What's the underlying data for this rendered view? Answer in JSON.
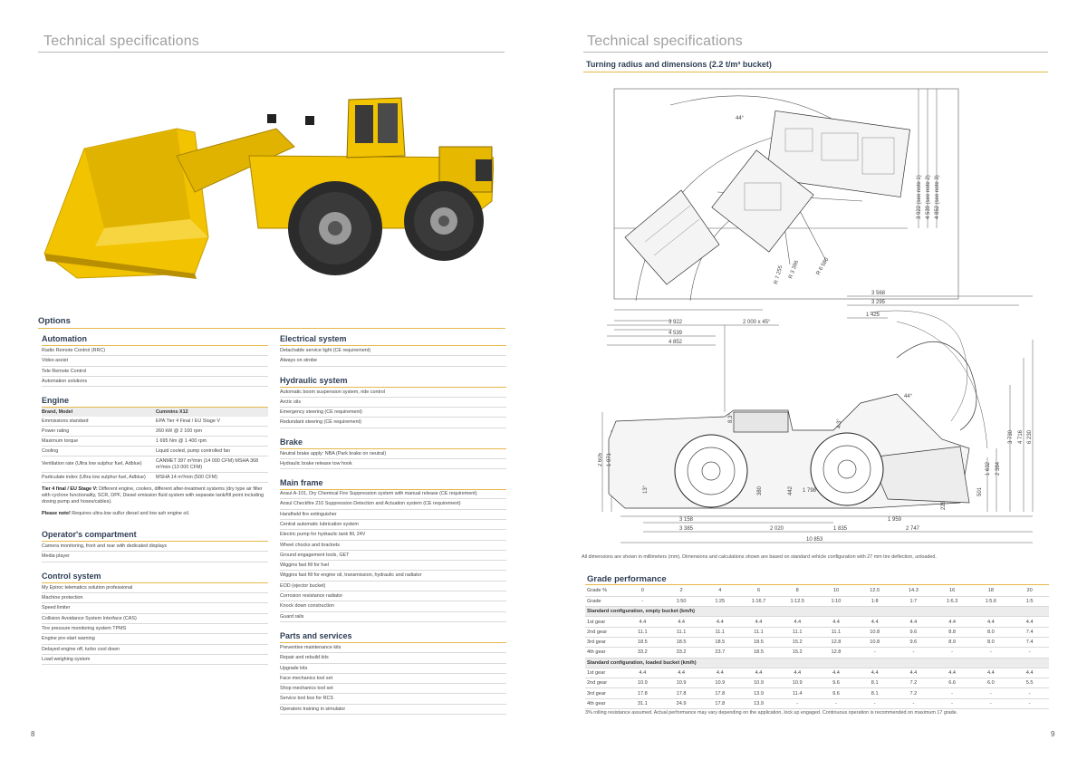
{
  "left_page": {
    "header": "Technical specifications",
    "page_number": "8",
    "options_title": "Options",
    "automation": {
      "title": "Automation",
      "items": [
        "Radio Remote Control (RRC)",
        "Video assist",
        "Tele Remote Control",
        "Automation solutions"
      ]
    },
    "engine": {
      "title": "Engine",
      "head_key": "Brand, Model",
      "head_val": "Cummins X12",
      "rows": [
        {
          "k": "Emmissions standard",
          "v": "EPA Tier 4 Final / EU Stage V"
        },
        {
          "k": "Power rating",
          "v": "260 kW @ 2 100 rpm"
        },
        {
          "k": "Maximum torque",
          "v": "1 695 Nm @ 1 400 rpm"
        },
        {
          "k": "Cooling",
          "v": "Liquid cooled, pump controlled fan"
        },
        {
          "k": "Ventilation rate (Ultra low sulphur fuel, Adblue)",
          "v": "CANMET 397 m³/min (14 000 CFM) MSHA 368 m³/min (13 000 CFM)"
        },
        {
          "k": "Particulate index (Ultra low sulphur fuel, Adblue)",
          "v": "MSHA 14 m³/min (500 CFM)"
        }
      ],
      "note1_bold": "Tier 4 final / EU Stage V:",
      "note1_text": " Different engine, coolers, different after-treatment systems (dry type air filter with cyclone functionality, SCR, DPF, Diesel emission fluid system with separate tank/fill point including dosing pump and hoses/cables).",
      "note2_bold": "Please note!",
      "note2_text": " Requires ultra-low sulfur diesel and low ash engine oil."
    },
    "operators_compartment": {
      "title": "Operator's compartment",
      "items": [
        "Camera monitoring, front and rear with dedicated displays",
        "Media player"
      ]
    },
    "control_system": {
      "title": "Control system",
      "items": [
        "My Epiroc telematics solution professional",
        "Machine protection",
        "Speed limiter",
        "Collision Avoidance System Interface (CAS)",
        "Tire pressure monitoring system TPMS",
        "Engine pre-start warning",
        "Delayed engine off, turbo cool down",
        "Load weighing system"
      ]
    },
    "electrical_system": {
      "title": "Electrical system",
      "items": [
        "Detachable service light (CE requirement)",
        "Always on strobe"
      ]
    },
    "hydraulic_system": {
      "title": "Hydraulic system",
      "items": [
        "Automatic boom suspension system, ride control",
        "Arctic oils",
        "Emergency steering (CE requirement)",
        "Redundant steering (CE requirement)"
      ]
    },
    "brake": {
      "title": "Brake",
      "items": [
        "Neutral brake apply: NBA (Park brake on neutral)",
        "Hydraulic brake release tow hook"
      ]
    },
    "main_frame": {
      "title": "Main frame",
      "items": [
        "Ansul A-101, Dry Chemical Fire Suppression system with manual release (CE requirement)",
        "Ansul Checkfire 210 Suppression Detection and Actuation system (CE requirement)",
        "Handheld fire extinguisher",
        "Central automatic lubrication system",
        "Electric pump for hydraulic tank fill, 24V",
        "Wheel chocks and brackets",
        "Ground engagement tools, GET",
        "Wiggins fast fill for fuel",
        "Wiggins fast fill for engine oil, transmission, hydraulic and radiator",
        "EOD (ejector bucket)",
        "Corrosion resistance radiator",
        "Knock down construction",
        "Guard rails"
      ]
    },
    "parts_services": {
      "title": "Parts and services",
      "items": [
        "Preventive maintenance kits",
        "Repair and rebuild kits",
        "Upgrade kits",
        "Face mechanics tool set",
        "Shop mechanics tool set",
        "Service tool box for RCS",
        "Operators training in simulator"
      ]
    }
  },
  "right_page": {
    "header": "Technical specifications",
    "page_number": "9",
    "subtitle": "Turning radius and dimensions (2.2 t/m³ bucket)",
    "turning_dims": {
      "d1": "3 922",
      "d2": "4 539",
      "d3": "4 852",
      "d4": "2 000 x 45°",
      "r1": "R 3 396",
      "r2": "R 6 580",
      "r3": "R 7 255",
      "v1": "3 922 (see note 1)",
      "v2": "4 539 (see note 2)",
      "v3": "4 852 (see note 3)",
      "angle": "44°"
    },
    "side_dims": {
      "t1": "3 568",
      "t2": "3 295",
      "t3": "1 425",
      "h1": "2 605",
      "h2": "1 971",
      "h3": "8.3°",
      "h4": "4.3°",
      "h5": "44°",
      "h6": "3 730",
      "h7": "4 716",
      "h8": "6 230",
      "h9": "1 632",
      "h10": "2 384",
      "h11": "501",
      "h12": "226",
      "w1": "1 798",
      "w2": "13°",
      "w3": "380",
      "w4": "442",
      "b1": "3 158",
      "b2": "3 385",
      "b3": "2 020",
      "b4": "1 835",
      "b5": "1 959",
      "b6": "2 747",
      "b7": "10 853"
    },
    "dimension_caption": "All dimensions are shown in millimeters (mm). Dimensions and calculations shown are based on standard vehicle configuration with 27 mm tire deflection, unloaded.",
    "grade": {
      "title": "Grade performance",
      "grade_label": "Grade %",
      "grade_values": [
        "0",
        "2",
        "4",
        "6",
        "8",
        "10",
        "12.5",
        "14.3",
        "16",
        "18",
        "20"
      ],
      "ratio_label": "Grade",
      "ratio_values": [
        "-",
        "1:50",
        "1:25",
        "1:16.7",
        "1:12.5",
        "1:10",
        "1:8",
        "1:7",
        "1:6.3",
        "1:5.6",
        "1:5"
      ],
      "empty_title": "Standard configuration, empty bucket (km/h)",
      "empty_rows": [
        {
          "label": "1st gear",
          "values": [
            "4.4",
            "4.4",
            "4.4",
            "4.4",
            "4.4",
            "4.4",
            "4.4",
            "4.4",
            "4.4",
            "4.4",
            "4.4"
          ]
        },
        {
          "label": "2nd gear",
          "values": [
            "11.1",
            "11.1",
            "11.1",
            "11.1",
            "11.1",
            "11.1",
            "10.8",
            "9.6",
            "8.8",
            "8.0",
            "7.4"
          ]
        },
        {
          "label": "3rd gear",
          "values": [
            "18.5",
            "18.5",
            "18.5",
            "18.5",
            "15.2",
            "12.8",
            "10.8",
            "9.6",
            "8.9",
            "8.0",
            "7.4"
          ]
        },
        {
          "label": "4th gear",
          "values": [
            "33.2",
            "33.2",
            "23.7",
            "18.5",
            "15.2",
            "12.8",
            "-",
            "-",
            "-",
            "-",
            "-"
          ]
        }
      ],
      "loaded_title": "Standard configuration, loaded bucket (km/h)",
      "loaded_rows": [
        {
          "label": "1st gear",
          "values": [
            "4.4",
            "4.4",
            "4.4",
            "4.4",
            "4.4",
            "4.4",
            "4.4",
            "4.4",
            "4.4",
            "4.4",
            "4.4"
          ]
        },
        {
          "label": "2nd gear",
          "values": [
            "10.9",
            "10.9",
            "10.9",
            "10.9",
            "10.9",
            "9.6",
            "8.1",
            "7.2",
            "6.6",
            "6.0",
            "5.5"
          ]
        },
        {
          "label": "3rd gear",
          "values": [
            "17.8",
            "17.8",
            "17.8",
            "13.9",
            "11.4",
            "9.6",
            "8.1",
            "7.2",
            "-",
            "-",
            "-"
          ]
        },
        {
          "label": "4th gear",
          "values": [
            "31.1",
            "24.9",
            "17.8",
            "13.9",
            "-",
            "-",
            "-",
            "-",
            "-",
            "-",
            "-"
          ]
        }
      ],
      "footnote": "3% rolling resistance assumed. Actual performance may vary depending on the application, lock up engaged. Continuous operation is recommended on maximum 17 grade."
    }
  },
  "colors": {
    "accent": "#e8b84a",
    "heading": "#2f3f56",
    "loader_yellow": "#f2c300",
    "title_gray": "#a0a0a0"
  }
}
